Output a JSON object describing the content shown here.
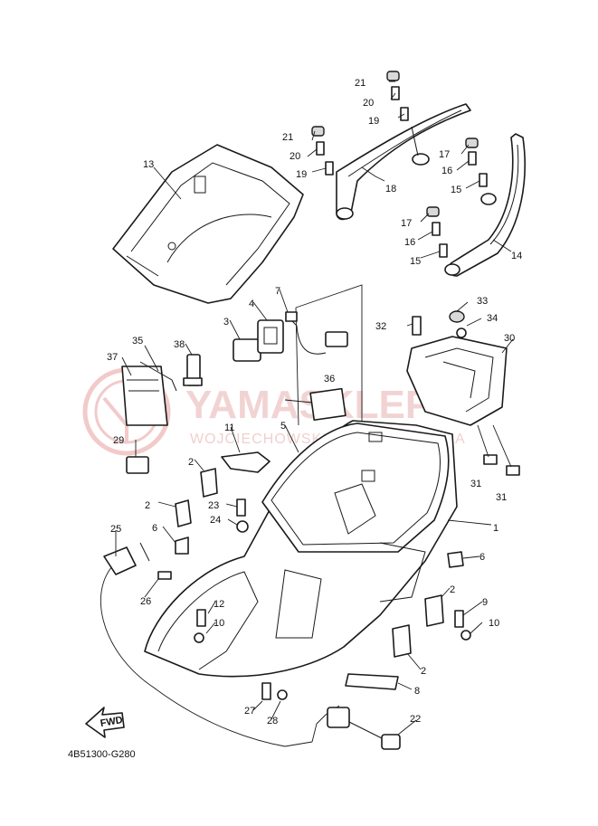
{
  "diagram_code": "4B51300-G280",
  "fwd_label": "FWD",
  "watermark": {
    "main": "YAMASKLEP",
    "sub": "WOJCIECHOWSKI DEALER YAMAHA",
    "color": "#e8a0a0"
  },
  "callouts": [
    {
      "id": "c1",
      "label": "1"
    },
    {
      "id": "c2a",
      "label": "2"
    },
    {
      "id": "c2b",
      "label": "2"
    },
    {
      "id": "c2c",
      "label": "2"
    },
    {
      "id": "c2d",
      "label": "2"
    },
    {
      "id": "c3",
      "label": "3"
    },
    {
      "id": "c4",
      "label": "4"
    },
    {
      "id": "c5",
      "label": "5"
    },
    {
      "id": "c6a",
      "label": "6"
    },
    {
      "id": "c6b",
      "label": "6"
    },
    {
      "id": "c7",
      "label": "7"
    },
    {
      "id": "c8",
      "label": "8"
    },
    {
      "id": "c9",
      "label": "9"
    },
    {
      "id": "c10a",
      "label": "10"
    },
    {
      "id": "c10b",
      "label": "10"
    },
    {
      "id": "c11",
      "label": "11"
    },
    {
      "id": "c12",
      "label": "12"
    },
    {
      "id": "c13",
      "label": "13"
    },
    {
      "id": "c14",
      "label": "14"
    },
    {
      "id": "c15a",
      "label": "15"
    },
    {
      "id": "c15b",
      "label": "15"
    },
    {
      "id": "c16a",
      "label": "16"
    },
    {
      "id": "c16b",
      "label": "16"
    },
    {
      "id": "c17a",
      "label": "17"
    },
    {
      "id": "c17b",
      "label": "17"
    },
    {
      "id": "c18",
      "label": "18"
    },
    {
      "id": "c19a",
      "label": "19"
    },
    {
      "id": "c19b",
      "label": "19"
    },
    {
      "id": "c20a",
      "label": "20"
    },
    {
      "id": "c20b",
      "label": "20"
    },
    {
      "id": "c21a",
      "label": "21"
    },
    {
      "id": "c21b",
      "label": "21"
    },
    {
      "id": "c22",
      "label": "22"
    },
    {
      "id": "c23",
      "label": "23"
    },
    {
      "id": "c24",
      "label": "24"
    },
    {
      "id": "c25",
      "label": "25"
    },
    {
      "id": "c26",
      "label": "26"
    },
    {
      "id": "c27",
      "label": "27"
    },
    {
      "id": "c28",
      "label": "28"
    },
    {
      "id": "c29",
      "label": "29"
    },
    {
      "id": "c30",
      "label": "30"
    },
    {
      "id": "c31a",
      "label": "31"
    },
    {
      "id": "c31b",
      "label": "31"
    },
    {
      "id": "c32",
      "label": "32"
    },
    {
      "id": "c33",
      "label": "33"
    },
    {
      "id": "c34",
      "label": "34"
    },
    {
      "id": "c35",
      "label": "35"
    },
    {
      "id": "c36",
      "label": "36"
    },
    {
      "id": "c37",
      "label": "37"
    },
    {
      "id": "c38",
      "label": "38"
    }
  ]
}
